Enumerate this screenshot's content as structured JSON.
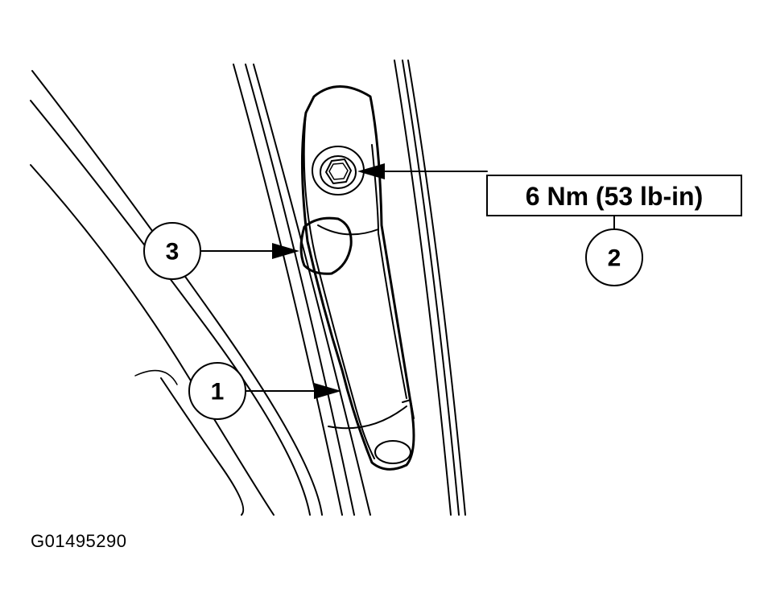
{
  "callouts": [
    {
      "id": "1",
      "label": "1"
    },
    {
      "id": "2",
      "label": "2"
    },
    {
      "id": "3",
      "label": "3"
    }
  ],
  "torque_spec": "6 Nm (53 lb-in)",
  "figure_id": "G01495290"
}
